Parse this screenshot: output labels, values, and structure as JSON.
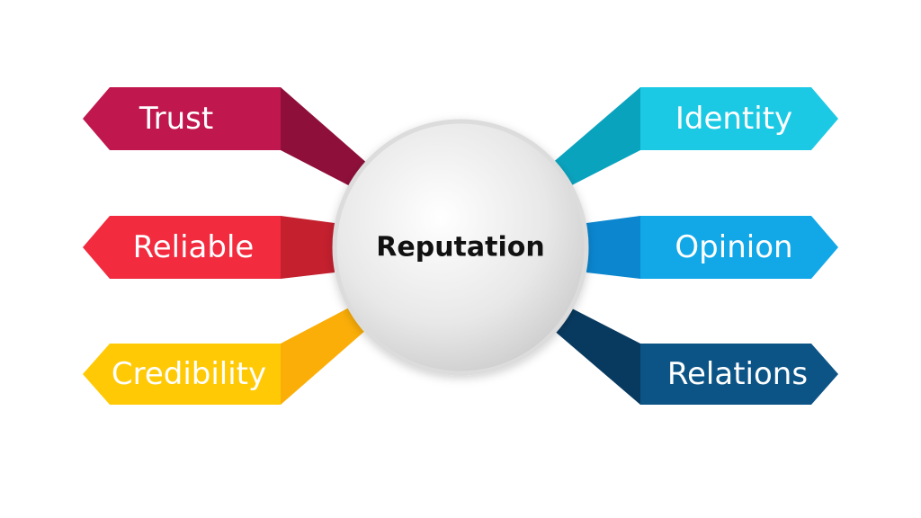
{
  "center": {
    "label": "Reputation"
  },
  "left_items": [
    {
      "label": "Trust",
      "color": "#C0174E",
      "dark": "#8E0F3A"
    },
    {
      "label": "Reliable",
      "color": "#F22B3F",
      "dark": "#C4202E"
    },
    {
      "label": "Credibility",
      "color": "#FFCA05",
      "dark": "#FBAE08"
    }
  ],
  "right_items": [
    {
      "label": "Identity",
      "color": "#1CC9E5",
      "dark": "#0AA3BE"
    },
    {
      "label": "Opinion",
      "color": "#12A8E8",
      "dark": "#0B86CF"
    },
    {
      "label": "Relations",
      "color": "#0D5486",
      "dark": "#083A60"
    }
  ]
}
